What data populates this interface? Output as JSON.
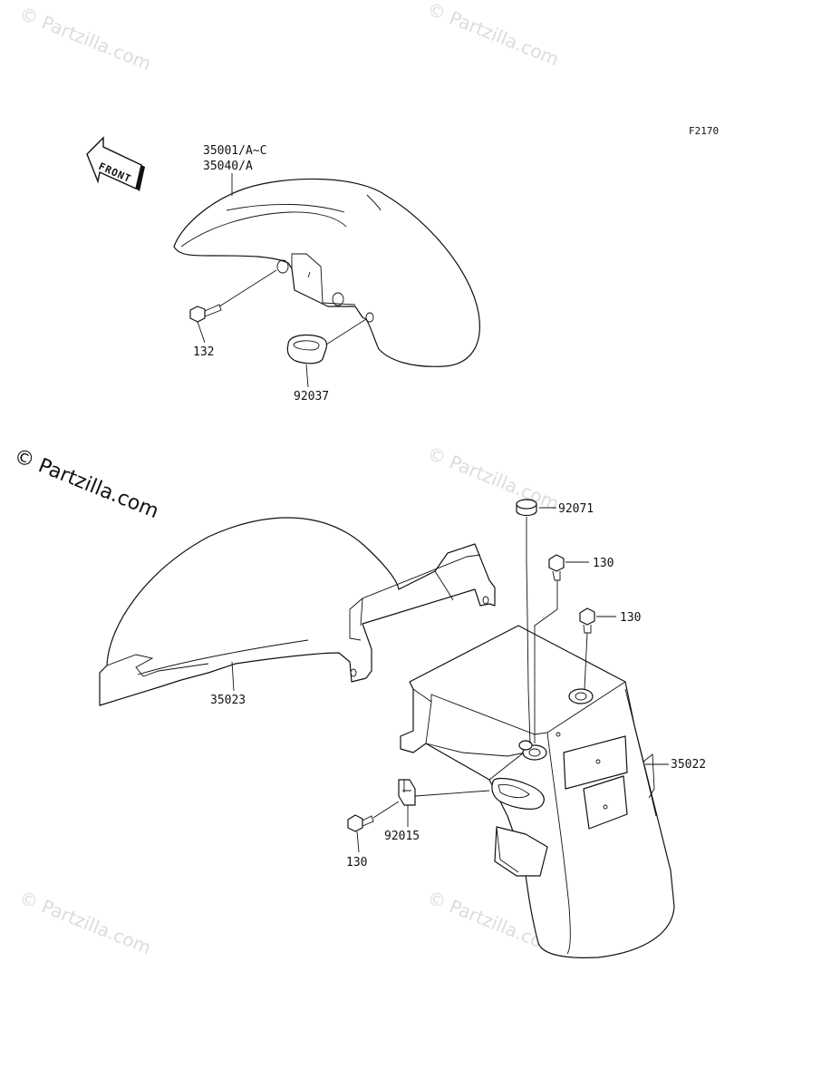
{
  "figure_id": "F2170",
  "front_label": "FRONT",
  "watermarks": {
    "small": "© Partzilla.com",
    "large": "© Partzilla.com"
  },
  "labels": {
    "front_fender_main": "35001/A~C",
    "front_fender_alt": "35040/A",
    "bolt_front": "132",
    "guide_front": "92037",
    "cap": "92071",
    "bolt_upper_1": "130",
    "bolt_upper_2": "130",
    "rear_flap": "35023",
    "rear_fender": "35022",
    "clip": "92015",
    "bolt_lower": "130"
  }
}
